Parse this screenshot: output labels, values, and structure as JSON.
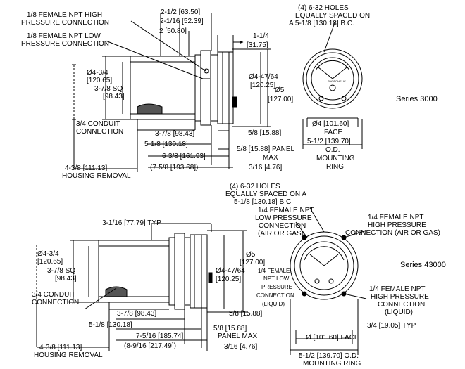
{
  "series_3000": {
    "title": "Series 3000",
    "callouts": {
      "high_conn_1": "1/8 FEMALE NPT HIGH",
      "high_conn_2": "PRESSURE CONNECTION",
      "low_conn_1": "1/8 FEMALE NPT LOW",
      "low_conn_2": "PRESSURE CONNECTION",
      "conduit_1": "3/4 CONDUIT",
      "conduit_2": "CONNECTION",
      "housing_removal": "HOUSING REMOVAL",
      "panel_max": "5/8 [15.88] PANEL",
      "panel_max_2": "MAX",
      "holes_1": "(4) 6-32 HOLES",
      "holes_2": "EQUALLY SPACED ON",
      "holes_3": "A 5-1/8 [130.18] B.C.",
      "face_1": "Ø4 [101.60]",
      "face_2": "FACE",
      "ring_1": "5-1/2 [139.70]",
      "ring_2": "O.D.",
      "ring_3": "MOUNTING",
      "ring_4": "RING",
      "brand": "PHOTOHELIC"
    },
    "dims": {
      "d1": "2-1/2 [63.50]",
      "d2": "2-1/16 [52.39]",
      "d3": "2 [50.80]",
      "d4a": "1-1/4",
      "d4b": "[31.75]",
      "d5a": "Ø4-3/4",
      "d5b": "[120.65]",
      "d6a": "3-7/8 SQ",
      "d6b": "[98.43]",
      "d7a": "Ø4-47/64",
      "d7b": "[120.25]",
      "d8a": "Ø5",
      "d8b": "[127.00]",
      "d9": "3-7/8 [98.43]",
      "d10": "5-1/8 [130.18]",
      "d11": "6-3/8 [161.93]",
      "d12": "(7-5/8 [193.68])",
      "d13": "4-3/8 [111.13]",
      "d14": "5/8 [15.88]",
      "d15": "3/16 [4.76]"
    }
  },
  "series_43000": {
    "title": "Series 43000",
    "callouts": {
      "holes_1": "(4) 6-32 HOLES",
      "holes_2": "EQUALLY SPACED ON A",
      "holes_3": "5-1/8 [130.18] B.C.",
      "low_conn_1": "1/4 FEMALE NPT",
      "low_conn_2": "LOW PRESSURE",
      "low_conn_3": "CONNECTION",
      "low_conn_4": "(AIR OR GAS)",
      "high_conn_1": "1/4 FEMALE NPT",
      "high_conn_2": "HIGH PRESSURE",
      "high_conn_3": "CONNECTION (AIR OR GAS)",
      "liq_low_1": "1/4 FEMALE",
      "liq_low_2": "NPT LOW",
      "liq_low_3": "PRESSURE",
      "liq_low_4": "CONNECTION",
      "liq_low_5": "(LIQUID)",
      "liq_high_1": "1/4 FEMALE NPT",
      "liq_high_2": "HIGH PRESSURE",
      "liq_high_3": "CONNECTION",
      "liq_high_4": "(LIQUID)",
      "conduit_1": "3/4 CONDUIT",
      "conduit_2": "CONNECTION",
      "housing_removal": "HOUSING REMOVAL",
      "panel_max": "PANEL MAX",
      "face": "Ø [101.60] FACE",
      "ring_1": "5-1/2 [139.70] O.D.",
      "ring_2": "MOUNTING RING",
      "typ": "3/4 [19.05] TYP"
    },
    "dims": {
      "d1": "3-1/16 [77.79] TYP",
      "d2a": "Ø4-3/4",
      "d2b": "[120.65]",
      "d3a": "3-7/8 SQ",
      "d3b": "[98.43]",
      "d4a": "Ø4-47/64",
      "d4b": "[120.25]",
      "d5a": "Ø5",
      "d5b": "[127.00]",
      "d6": "3-7/8 [98.43]",
      "d7": "5-1/8 [130.18]",
      "d8": "7-5/16 [185.74]",
      "d9": "(8-9/16 [217.49])",
      "d10": "4-3/8 [111.13]",
      "d11": "5/8 [15.88]",
      "d12": "5/8 [15.88]",
      "d13": "3/16 [4.76]"
    }
  }
}
